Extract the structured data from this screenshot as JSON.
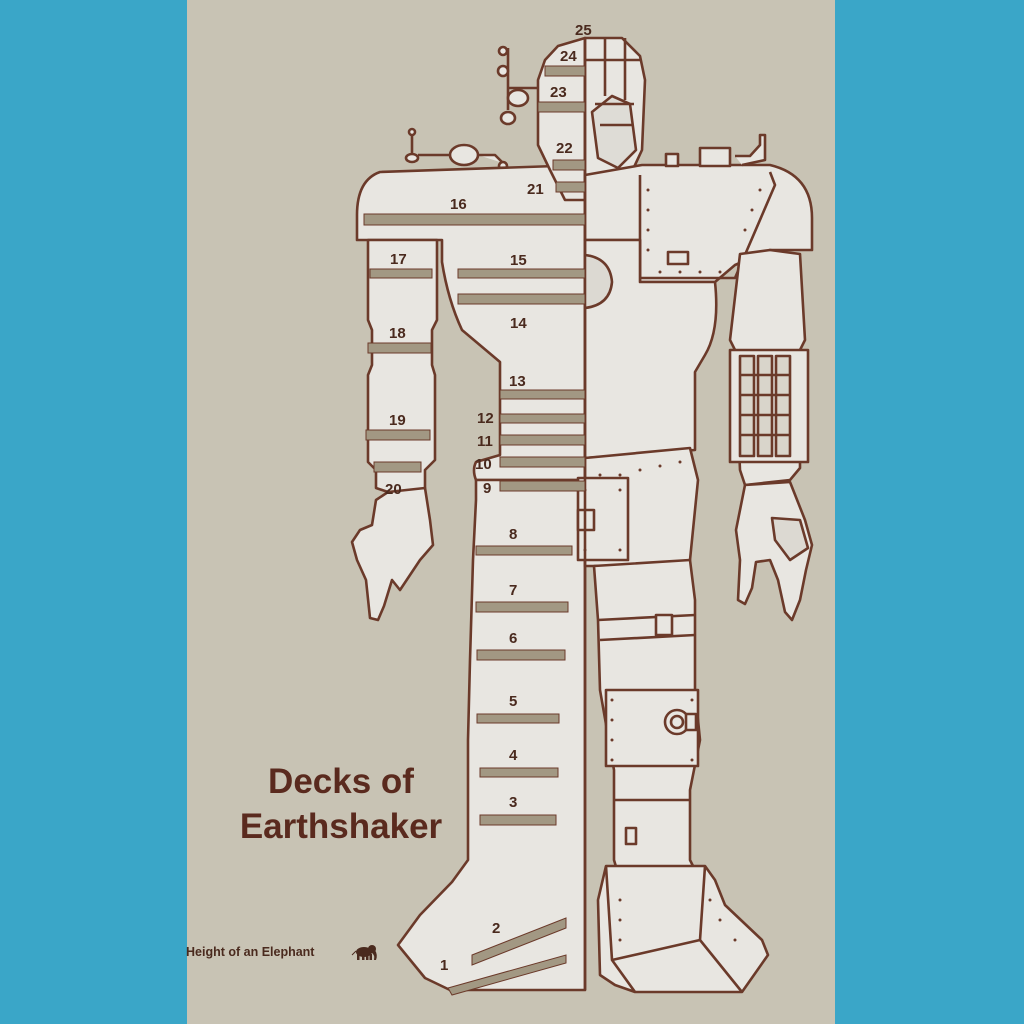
{
  "colors": {
    "background": "#3aa6c8",
    "panel": "#c8c3b4",
    "robot_fill": "#e8e6e1",
    "robot_outline": "#6b3a2a",
    "deck_bar": "#a29883",
    "text": "#4a2a1e"
  },
  "title": {
    "line1": "Decks of",
    "line2": "Earthshaker"
  },
  "scale": {
    "label": "Height of an Elephant",
    "icon": "elephant-icon"
  },
  "decks": [
    "1",
    "2",
    "3",
    "4",
    "5",
    "6",
    "7",
    "8",
    "9",
    "10",
    "11",
    "12",
    "13",
    "14",
    "15",
    "16",
    "17",
    "18",
    "19",
    "20",
    "21",
    "22",
    "23",
    "24",
    "25"
  ]
}
